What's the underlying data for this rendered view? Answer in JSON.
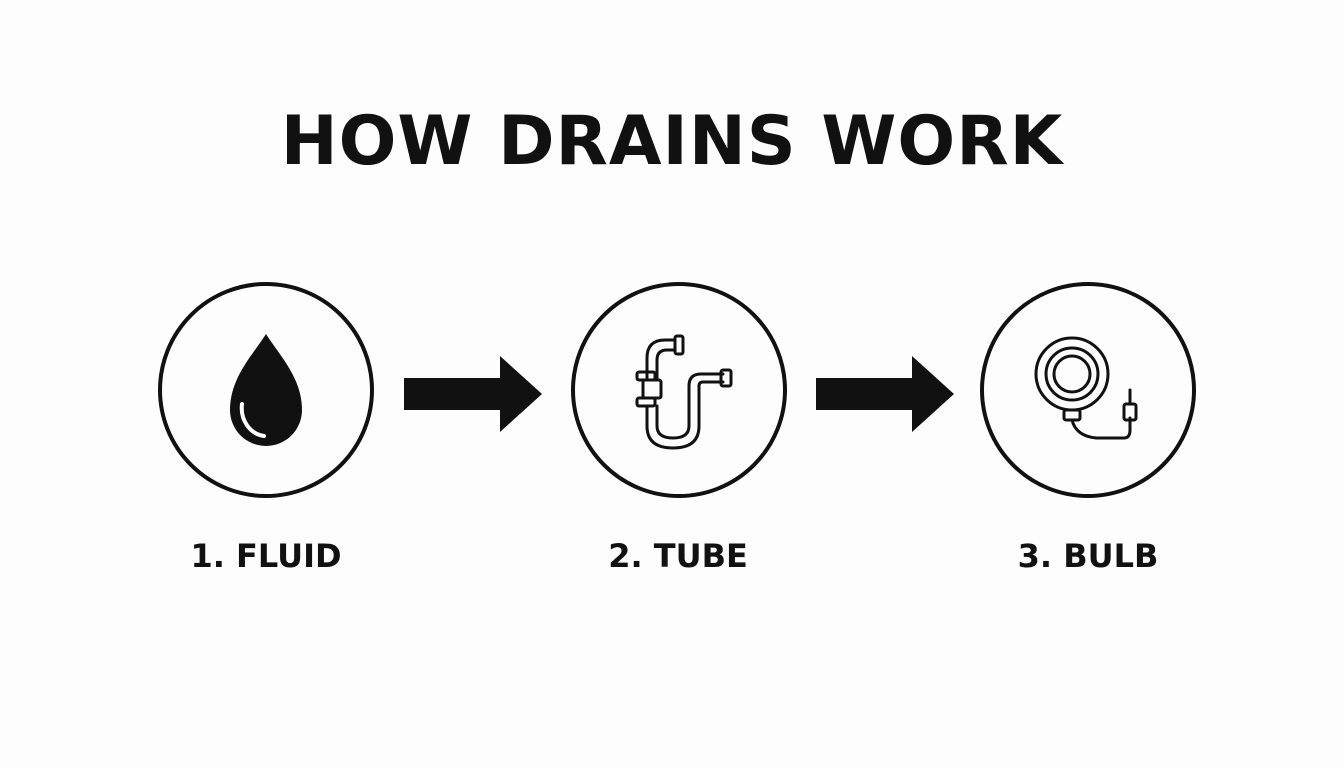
{
  "title": "HOW DRAINS WORK",
  "steps": [
    {
      "label": "1. FLUID",
      "icon": "droplet-icon"
    },
    {
      "label": "2. TUBE",
      "icon": "tube-icon"
    },
    {
      "label": "3. BULB",
      "icon": "bulb-icon"
    }
  ],
  "colors": {
    "ink": "#111111",
    "background": "#fdfdfd"
  }
}
